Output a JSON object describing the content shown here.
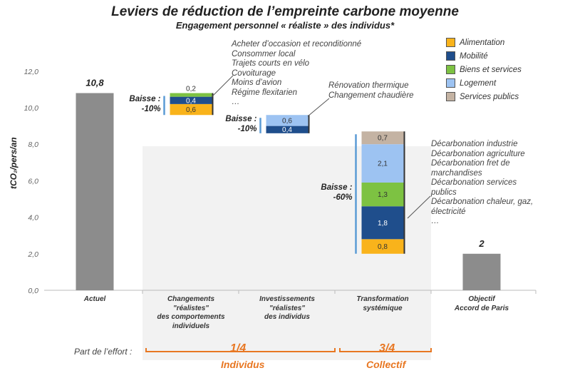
{
  "chart_data": {
    "type": "bar",
    "subtype": "stacked-waterfall",
    "title": "Leviers de réduction de l’empreinte carbone moyenne",
    "subtitle": "Engagement personnel « réaliste » des individus*",
    "ylabel": "tCO₂/pers/an",
    "ylim": [
      0,
      12
    ],
    "yticks": [
      "0,0",
      "2,0",
      "4,0",
      "6,0",
      "8,0",
      "10,0",
      "12,0"
    ],
    "categories": [
      "Actuel",
      "Changements\n\"réalistes\"\ndes comportements\nindividuels",
      "Investissements\n\"réalistes\"\ndes individus",
      "Transformation\nsystémique",
      "Objectif\nAccord de Paris"
    ],
    "totals": [
      {
        "category": 0,
        "value": 10.8,
        "label": "10,8"
      },
      {
        "category": 4,
        "value": 2,
        "label": "2"
      }
    ],
    "legend": [
      {
        "name": "Alimentation",
        "color": "#F9B31B"
      },
      {
        "name": "Mobilité",
        "color": "#1F4E8C"
      },
      {
        "name": "Biens et services",
        "color": "#7DC242"
      },
      {
        "name": "Logement",
        "color": "#9DC3F2"
      },
      {
        "name": "Services publics",
        "color": "#C4B3A3"
      }
    ],
    "legend_position": "top-right",
    "steps": [
      {
        "category": 1,
        "base": 9.6,
        "segments": [
          {
            "series": 0,
            "value": 0.6,
            "label": "0,6"
          },
          {
            "series": 1,
            "value": 0.4,
            "label": "0,4"
          },
          {
            "series": 2,
            "value": 0.2,
            "label": "0,2"
          }
        ],
        "baisse": "Baisse :",
        "pct": "-10%"
      },
      {
        "category": 2,
        "base": 8.6,
        "segments": [
          {
            "series": 1,
            "value": 0.4,
            "label": "0,4"
          },
          {
            "series": 3,
            "value": 0.6,
            "label": "0,6"
          }
        ],
        "baisse": "Baisse :",
        "pct": "-10%"
      },
      {
        "category": 3,
        "base": 2.0,
        "segments": [
          {
            "series": 0,
            "value": 0.8,
            "label": "0,8"
          },
          {
            "series": 1,
            "value": 1.8,
            "label": "1,8"
          },
          {
            "series": 2,
            "value": 1.3,
            "label": "1,3"
          },
          {
            "series": 3,
            "value": 2.1,
            "label": "2,1"
          },
          {
            "series": 4,
            "value": 0.7,
            "label": "0,7"
          }
        ],
        "baisse": "Baisse :",
        "pct": "-60%"
      }
    ],
    "annotations": [
      [
        "Acheter d’occasion et reconditionné",
        "Consommer local",
        "Trajets courts en vélo",
        "Covoiturage",
        "Moins d’avion",
        "Régime flexitarien",
        "…"
      ],
      [
        "Rénovation thermique",
        "Changement chaudière"
      ],
      [
        "Décarbonation industrie",
        "Décarbonation agriculture",
        "Décarbonation fret de",
        "marchandises",
        "Décarbonation services",
        "publics",
        "Décarbonation chaleur, gaz,",
        "électricité",
        "…"
      ]
    ],
    "effort": {
      "label": "Part de l’effort :",
      "individus_share": "1/4",
      "individus": "Individus",
      "collectif_share": "3/4",
      "collectif": "Collectif"
    }
  }
}
